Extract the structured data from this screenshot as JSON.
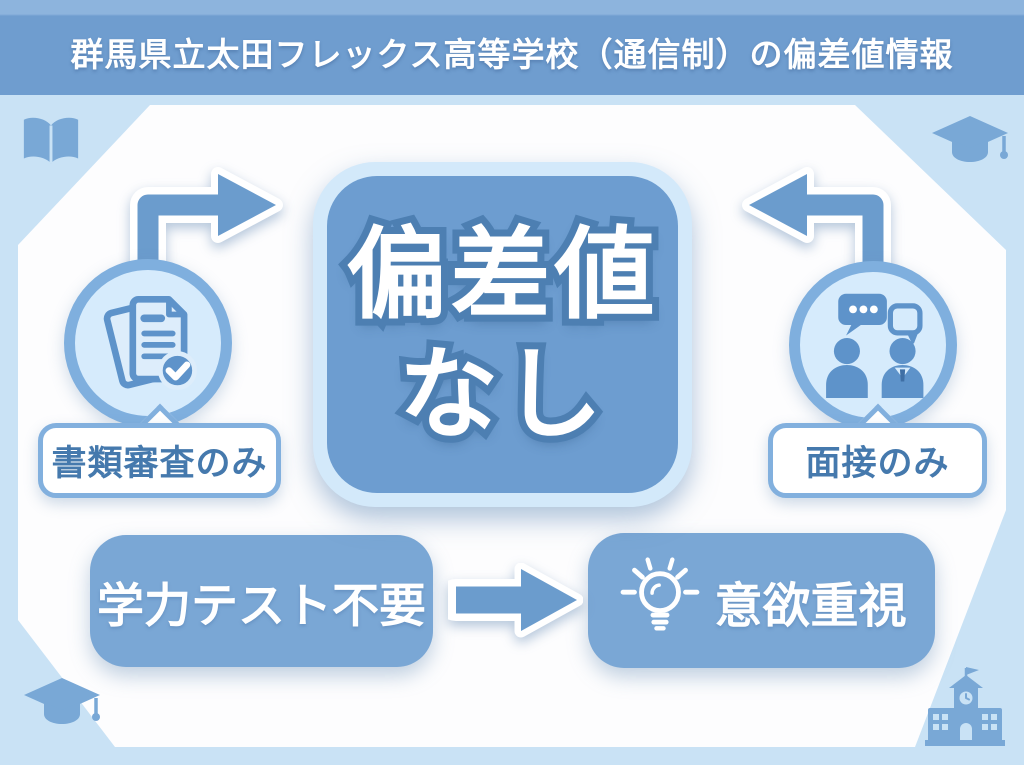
{
  "header": {
    "title": "群馬県立太田フレックス高等学校（通信制）の偏差値情報"
  },
  "center_badge": {
    "line1": "偏差値",
    "line2": "なし"
  },
  "left_path": {
    "icon": "documents-check-icon",
    "label": "書類審査のみ"
  },
  "right_path": {
    "icon": "interview-chat-icon",
    "label": "面接のみ"
  },
  "flow": {
    "from_label": "学力テスト不要",
    "to_label": "意欲重視",
    "to_icon": "lightbulb-icon"
  },
  "decor_icons": {
    "top_left": "open-book-icon",
    "top_right": "graduation-cap-icon",
    "bottom_left": "graduation-cap-icon",
    "bottom_right": "school-building-icon"
  },
  "colors": {
    "banner": "#6f9dcf",
    "background_light": "#c9e2f5",
    "panel_white": "#fdfdfe",
    "center_box_fill": "#6d9dd0",
    "center_box_ring": "#d3e9fa",
    "flow_box_fill": "#7aa7d5",
    "circle_ring": "#7fafde",
    "circle_fill": "#d6ebfc",
    "bubble_border": "#82b0de",
    "bubble_text": "#4579ad",
    "arrow_fill": "#6b9ccd",
    "icon_blue": "#5e93ca",
    "corner_icon_blue": "#79a8d6"
  }
}
